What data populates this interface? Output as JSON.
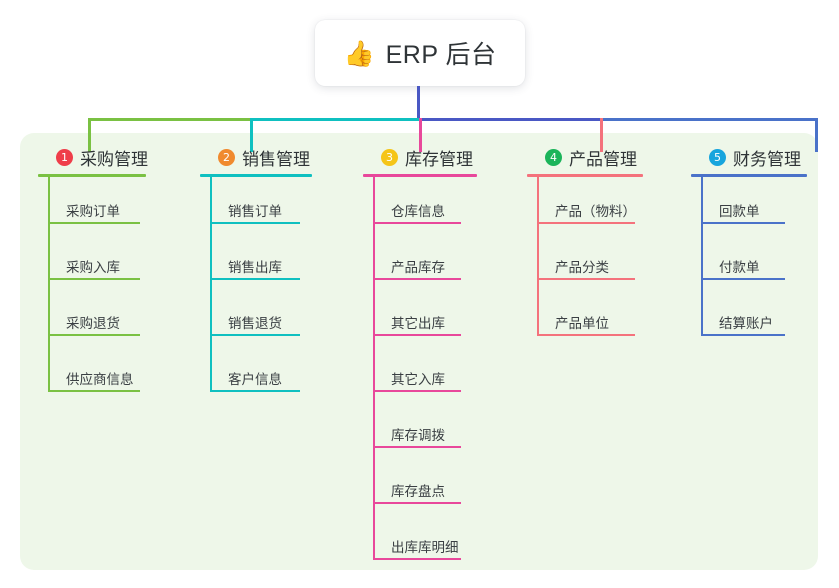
{
  "root": {
    "icon": "thumbs-up-icon",
    "emoji": "👍",
    "title": "ERP 后台"
  },
  "colors": {
    "panel_background": "#eef7e9",
    "root_connector": "#4a58c4",
    "column1": "#7ac143",
    "column2": "#0fc0c0",
    "column3": "#e8489b",
    "column4": "#f4727c",
    "column5": "#4a72c9",
    "badge1": "#ef3e4a",
    "badge2": "#f08a2e",
    "badge3": "#f5c518",
    "badge4": "#1bb45a",
    "badge5": "#17a5dd"
  },
  "columns": [
    {
      "badge": "1",
      "title": "采购管理",
      "accent": "#7ac143",
      "badge_color": "#ef3e4a",
      "items": [
        {
          "label": "采购订单"
        },
        {
          "label": "采购入库"
        },
        {
          "label": "采购退货"
        },
        {
          "label": "供应商信息"
        }
      ]
    },
    {
      "badge": "2",
      "title": "销售管理",
      "accent": "#0fc0c0",
      "badge_color": "#f08a2e",
      "items": [
        {
          "label": "销售订单"
        },
        {
          "label": "销售出库"
        },
        {
          "label": "销售退货"
        },
        {
          "label": "客户信息"
        }
      ]
    },
    {
      "badge": "3",
      "title": "库存管理",
      "accent": "#e8489b",
      "badge_color": "#f5c518",
      "items": [
        {
          "label": "仓库信息"
        },
        {
          "label": "产品库存"
        },
        {
          "label": "其它出库"
        },
        {
          "label": "其它入库"
        },
        {
          "label": "库存调拨"
        },
        {
          "label": "库存盘点"
        },
        {
          "label": "出库库明细"
        }
      ]
    },
    {
      "badge": "4",
      "title": "产品管理",
      "accent": "#f4727c",
      "badge_color": "#1bb45a",
      "items": [
        {
          "label": "产品（物料）"
        },
        {
          "label": "产品分类"
        },
        {
          "label": "产品单位"
        }
      ]
    },
    {
      "badge": "5",
      "title": "财务管理",
      "accent": "#4a72c9",
      "badge_color": "#17a5dd",
      "items": [
        {
          "label": "回款单"
        },
        {
          "label": "付款单"
        },
        {
          "label": "结算账户"
        }
      ]
    }
  ]
}
